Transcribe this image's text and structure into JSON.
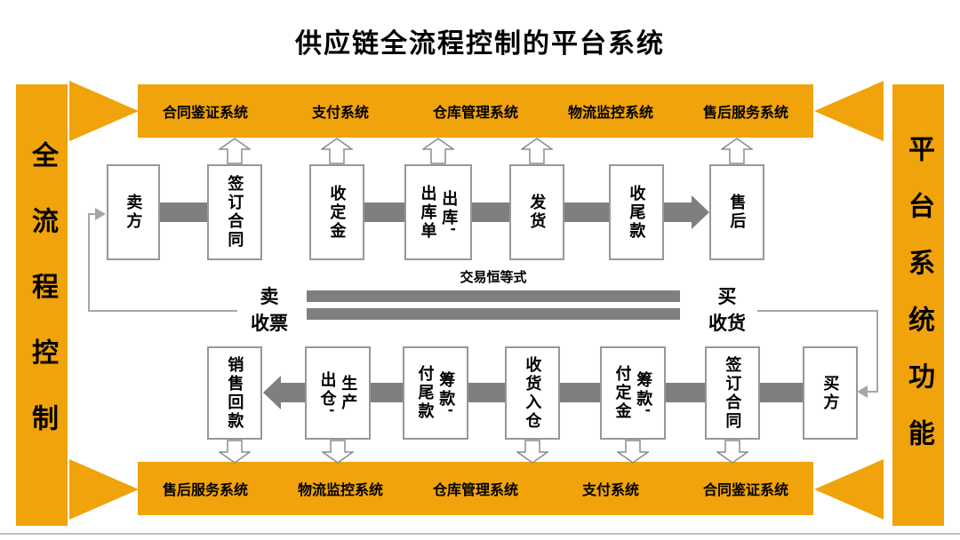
{
  "title": "供应链全流程控制的平台系统",
  "left_bar": {
    "label": "全流程控制"
  },
  "right_bar": {
    "label": "平台系统功能"
  },
  "top_systems": [
    "合同鉴证系统",
    "支付系统",
    "仓库管理系统",
    "物流监控系统",
    "售后服务系统"
  ],
  "bottom_systems": [
    "售后服务系统",
    "物流监控系统",
    "仓库管理系统",
    "支付系统",
    "合同鉴证系统"
  ],
  "top_flow": [
    {
      "label": "卖方"
    },
    {
      "label": "签订合同"
    },
    {
      "label": "收定金"
    },
    {
      "col1": "出库单",
      "col2": "出库'"
    },
    {
      "label": "发货"
    },
    {
      "label": "收尾款"
    },
    {
      "label": "售后"
    }
  ],
  "bottom_flow": [
    {
      "label": "销售回款"
    },
    {
      "col1": "出仓'",
      "col2": "生产"
    },
    {
      "col1": "付尾款",
      "col2": "筹款'"
    },
    {
      "label": "收货入仓"
    },
    {
      "col1": "付定金",
      "col2": "筹款'"
    },
    {
      "label": "签订合同"
    },
    {
      "label": "买方"
    }
  ],
  "middle": {
    "equation_title": "交易恒等式",
    "seller_note_line1": "卖",
    "seller_note_line2": "收票",
    "buyer_note_line1": "买",
    "buyer_note_line2": "收货"
  },
  "colors": {
    "accent_gold": "#F0A30A",
    "flow_gray": "#7f7f7f",
    "line_gray": "#a6a6a6"
  }
}
